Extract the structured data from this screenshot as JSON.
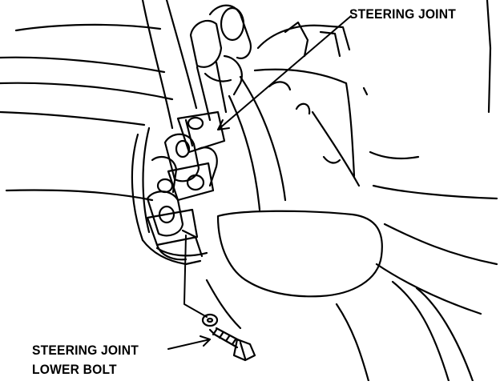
{
  "diagram": {
    "labels": {
      "steering_joint": "STEERING JOINT",
      "lower_bolt_line1": "STEERING JOINT",
      "lower_bolt_line2": "LOWER BOLT"
    },
    "colors": {
      "ink": "#000000",
      "paper": "#ffffff"
    }
  }
}
